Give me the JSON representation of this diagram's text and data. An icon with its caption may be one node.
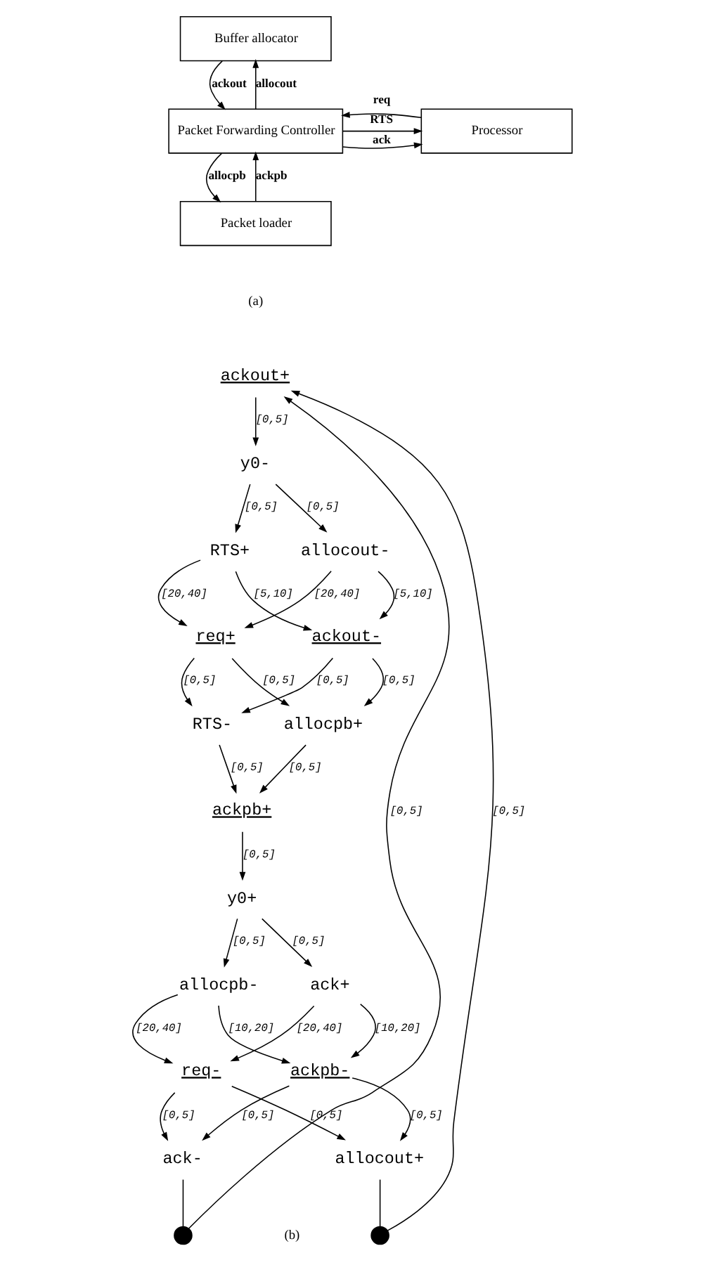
{
  "diagram": {
    "nodes": [
      {
        "text": [
          "Buffer allocator"
        ]
      },
      {
        "text": [
          "Packet Forwarding Controller"
        ]
      },
      {
        "text": [
          "Processor"
        ]
      },
      {
        "text": [
          "Packet loader"
        ]
      },
      {
        "text": [
          "ackout+"
        ]
      },
      {
        "text": [
          "y0-"
        ]
      },
      {
        "text": [
          "RTS+"
        ]
      },
      {
        "text": [
          "allocout-"
        ]
      },
      {
        "text": [
          "req+"
        ]
      },
      {
        "text": [
          "ackout-"
        ]
      },
      {
        "text": [
          "RTS-"
        ]
      },
      {
        "text": [
          "allocpb+"
        ]
      },
      {
        "text": [
          "ackpb+"
        ]
      },
      {
        "text": [
          "y0+"
        ]
      },
      {
        "text": [
          "allocpb-"
        ]
      },
      {
        "text": [
          "ack+"
        ]
      },
      {
        "text": [
          "req-"
        ]
      },
      {
        "text": [
          "ackpb-"
        ]
      },
      {
        "text": [
          "ack-"
        ]
      },
      {
        "text": [
          "allocout+"
        ]
      },
      {
        "text": [],
        "shape": "circle"
      },
      {
        "text": [],
        "shape": "circle"
      }
    ],
    "edges": [
      {
        "from": 0,
        "to": 1,
        "arrow": "to",
        "label": "ackout"
      },
      {
        "from": 1,
        "to": 0,
        "arrow": "to",
        "label": "allocout"
      },
      {
        "from": 1,
        "to": 2,
        "arrow": "to",
        "label": "RTS"
      },
      {
        "from": 2,
        "to": 1,
        "arrow": "to",
        "label": "req"
      },
      {
        "from": 1,
        "to": 2,
        "arrow": "to",
        "label": "ack"
      },
      {
        "from": 3,
        "to": 1,
        "arrow": "to",
        "label": "ackpb"
      },
      {
        "from": 1,
        "to": 3,
        "arrow": "to",
        "label": "allocpb"
      },
      {
        "from": 4,
        "to": 5,
        "arrow": "to",
        "label": "[0,5]"
      },
      {
        "from": 5,
        "to": 6,
        "arrow": "to",
        "label": "[0,5]"
      },
      {
        "from": 5,
        "to": 7,
        "arrow": "to",
        "label": "[0,5]"
      },
      {
        "from": 6,
        "to": 8,
        "arrow": "to",
        "label": "[20,40]"
      },
      {
        "from": 6,
        "to": 9,
        "arrow": "to",
        "label": "[5,10]"
      },
      {
        "from": 7,
        "to": 8,
        "arrow": "to",
        "label": "[20,40]"
      },
      {
        "from": 7,
        "to": 9,
        "arrow": "to",
        "label": "[5,10]"
      },
      {
        "from": 8,
        "to": 10,
        "arrow": "to",
        "label": "[0,5]"
      },
      {
        "from": 8,
        "to": 11,
        "arrow": "to",
        "label": "[0,5]"
      },
      {
        "from": 9,
        "to": 10,
        "arrow": "to",
        "label": "[0,5]"
      },
      {
        "from": 9,
        "to": 11,
        "arrow": "to",
        "label": "[0,5]"
      },
      {
        "from": 10,
        "to": 12,
        "arrow": "to",
        "label": "[0,5]"
      },
      {
        "from": 11,
        "to": 12,
        "arrow": "to",
        "label": "[0,5]"
      },
      {
        "from": 12,
        "to": 13,
        "arrow": "to",
        "label": "[0,5]"
      },
      {
        "from": 13,
        "to": 14,
        "arrow": "to",
        "label": "[0,5]"
      },
      {
        "from": 13,
        "to": 15,
        "arrow": "to",
        "label": "[0,5]"
      },
      {
        "from": 14,
        "to": 16,
        "arrow": "to",
        "label": "[20,40]"
      },
      {
        "from": 14,
        "to": 17,
        "arrow": "to",
        "label": "[10,20]"
      },
      {
        "from": 15,
        "to": 16,
        "arrow": "to",
        "label": "[20,40]"
      },
      {
        "from": 15,
        "to": 17,
        "arrow": "to",
        "label": "[10,20]"
      },
      {
        "from": 16,
        "to": 18,
        "arrow": "to",
        "label": "[0,5]"
      },
      {
        "from": 16,
        "to": 19,
        "arrow": "to",
        "label": "[0,5]"
      },
      {
        "from": 17,
        "to": 18,
        "arrow": "to",
        "label": "[0,5]"
      },
      {
        "from": 17,
        "to": 19,
        "arrow": "to",
        "label": "[0,5]"
      },
      {
        "from": 18,
        "to": 20,
        "arrow": "none"
      },
      {
        "from": 20,
        "to": 4,
        "arrow": "to",
        "label": "[0,5]"
      },
      {
        "from": 19,
        "to": 21,
        "arrow": "none"
      },
      {
        "from": 21,
        "to": 4,
        "arrow": "to",
        "label": "[0,5]"
      }
    ],
    "labels": [
      "(a)",
      "(b)"
    ]
  }
}
